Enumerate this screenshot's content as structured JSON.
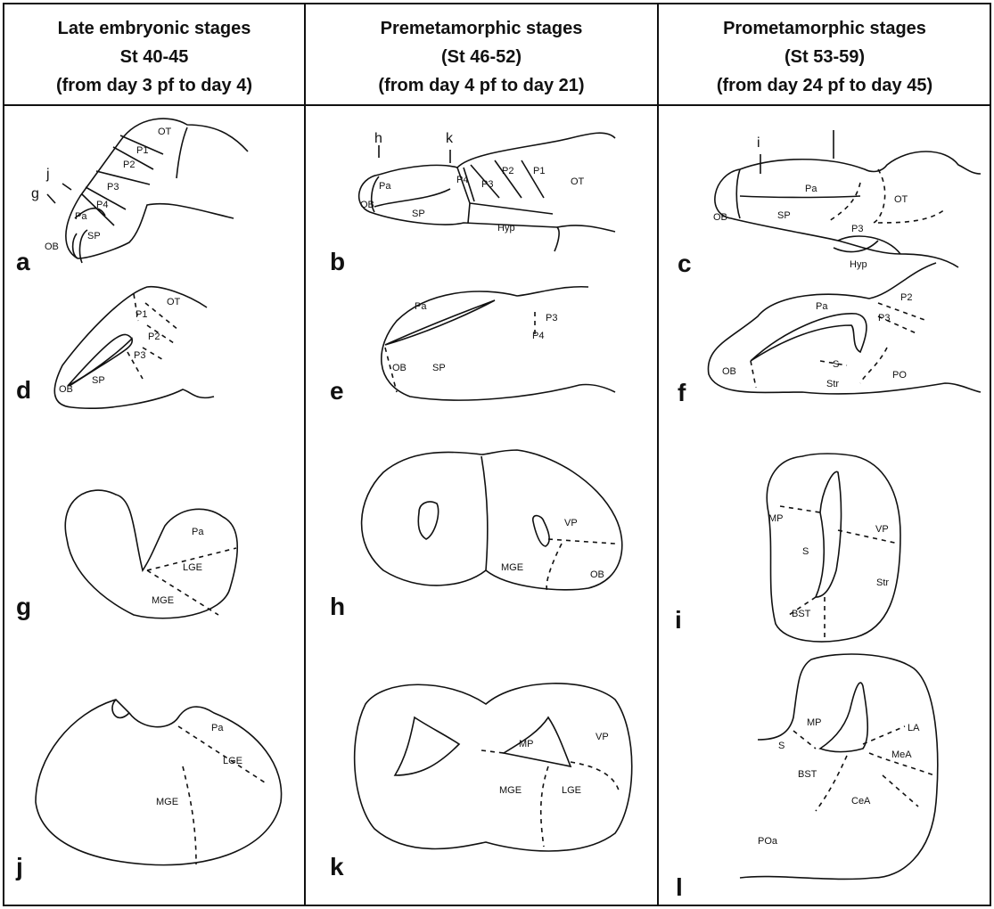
{
  "headers": [
    {
      "line1": "Late embryonic stages",
      "line2": "St 40-45",
      "line3": "(from day 3 pf to day 4)"
    },
    {
      "line1": "Premetamorphic stages",
      "line2": "(St 46-52)",
      "line3": "(from day 4 pf to day 21)"
    },
    {
      "line1": "Prometamorphic stages",
      "line2": "(St 53-59)",
      "line3": "(from day 24 pf to day 45)"
    }
  ],
  "panels": {
    "a": {
      "letter": "a",
      "labels": [
        "OT",
        "P1",
        "P2",
        "P3",
        "P4",
        "Pa",
        "SP",
        "OB"
      ],
      "sections": [
        "j",
        "g"
      ]
    },
    "b": {
      "letter": "b",
      "labels": [
        "Pa",
        "OB",
        "P4",
        "P3",
        "P2",
        "P1",
        "OT",
        "SP",
        "Hyp"
      ],
      "sections": [
        "h",
        "k"
      ]
    },
    "c": {
      "letter": "c",
      "labels": [
        "OB",
        "Pa",
        "OT",
        "SP",
        "P3",
        "Hyp"
      ],
      "sections": [
        "i"
      ]
    },
    "d": {
      "letter": "d",
      "labels": [
        "OT",
        "P1",
        "P2",
        "P3",
        "SP",
        "OB"
      ]
    },
    "e": {
      "letter": "e",
      "labels": [
        "Pa",
        "P3",
        "P4",
        "OB",
        "SP"
      ]
    },
    "f": {
      "letter": "f",
      "labels": [
        "Pa",
        "P2",
        "P3",
        "S",
        "OB",
        "Str",
        "PO"
      ]
    },
    "g": {
      "letter": "g",
      "labels": [
        "Pa",
        "LGE",
        "MGE"
      ]
    },
    "h": {
      "letter": "h",
      "labels": [
        "VP",
        "MGE",
        "OB"
      ]
    },
    "i": {
      "letter": "i",
      "labels": [
        "MP",
        "VP",
        "S",
        "Str",
        "BST"
      ]
    },
    "j": {
      "letter": "j",
      "labels": [
        "Pa",
        "LGE",
        "MGE"
      ]
    },
    "k": {
      "letter": "k",
      "labels": [
        "MP",
        "VP",
        "MGE",
        "LGE"
      ]
    },
    "l": {
      "letter": "l",
      "labels": [
        "MP",
        "LA",
        "S",
        "MeA",
        "BST",
        "CeA",
        "POa"
      ]
    }
  }
}
